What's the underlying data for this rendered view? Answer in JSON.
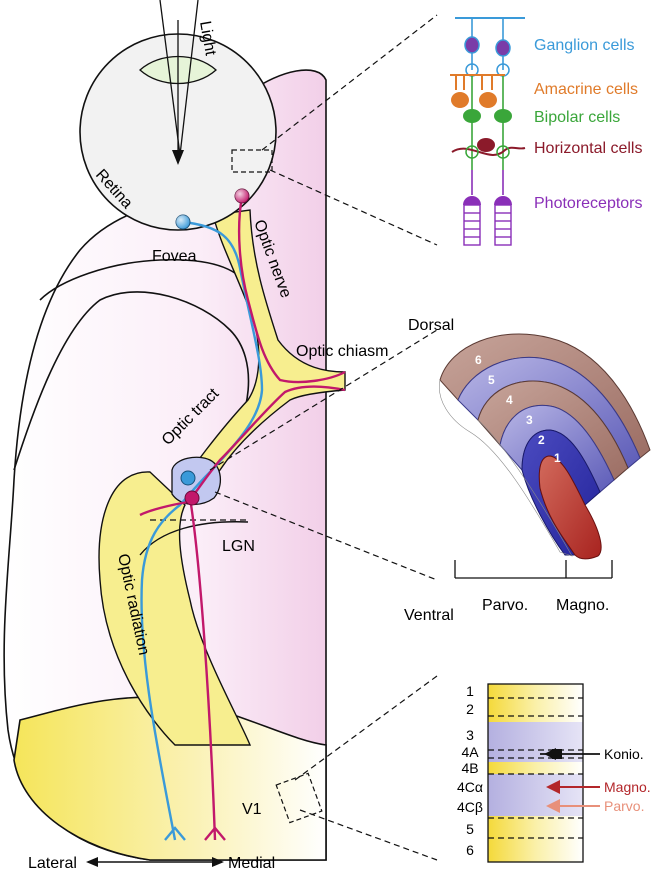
{
  "labels": {
    "light": "Light",
    "retina": "Retina",
    "fovea": "Fovea",
    "optic_nerve": "Optic nerve",
    "optic_chiasm": "Optic chiasm",
    "optic_tract": "Optic tract",
    "lgn": "LGN",
    "optic_radiation": "Optic radiation",
    "v1": "V1",
    "lateral": "Lateral",
    "medial": "Medial"
  },
  "retina_cells": {
    "ganglion": "Ganglion cells",
    "amacrine": "Amacrine cells",
    "bipolar": "Bipolar cells",
    "horizontal": "Horizontal cells",
    "photoreceptors": "Photoreceptors"
  },
  "lgn_detail": {
    "dorsal": "Dorsal",
    "ventral": "Ventral",
    "parvo": "Parvo.",
    "magno": "Magno.",
    "layers": [
      "1",
      "2",
      "3",
      "4",
      "5",
      "6"
    ]
  },
  "v1_detail": {
    "layers": [
      "1",
      "2",
      "3",
      "4A",
      "4B",
      "4Cα",
      "4Cβ",
      "5",
      "6"
    ],
    "konio": "Konio.",
    "magno": "Magno.",
    "parvo": "Parvo."
  },
  "colors": {
    "ganglion": "#3a9ad9",
    "amacrine": "#e07b2a",
    "bipolar": "#3aa63a",
    "horizontal": "#8b1a2a",
    "photoreceptors": "#8a2fb8",
    "magenta_pathway": "#c2186b",
    "blue_pathway": "#3a9ad9",
    "yellow_fill": "#f7ee8f",
    "pink_fill": "#f6dff0",
    "magno_arrow": "#b3262a",
    "parvo_arrow": "#e8907a"
  }
}
